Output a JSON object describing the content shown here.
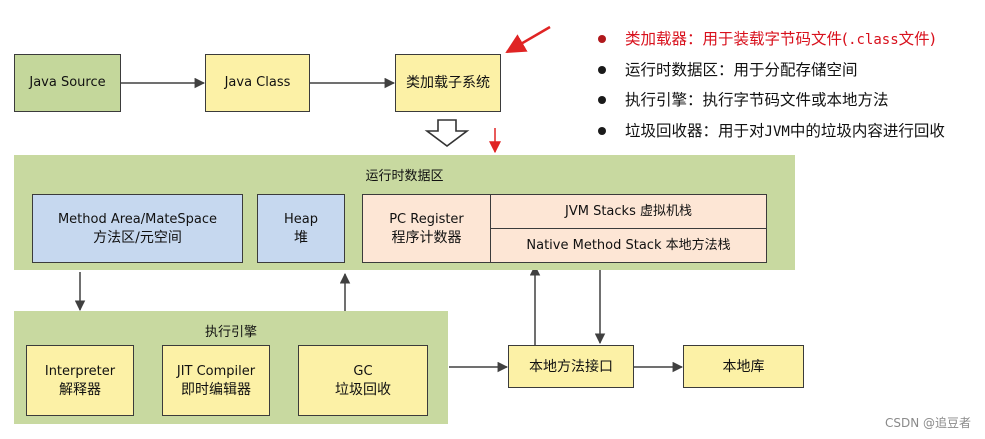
{
  "load_row": {
    "java_source": "Java Source",
    "java_class": "Java Class",
    "class_loader": "类加载子系统"
  },
  "runtime_area": {
    "title": "运行时数据区",
    "method_area": {
      "line1": "Method Area/MateSpace",
      "line2": "方法区/元空间"
    },
    "heap": {
      "line1": "Heap",
      "line2": "堆"
    },
    "pc_register": {
      "line1": "PC Register",
      "line2": "程序计数器"
    },
    "jvm_stacks": "JVM Stacks 虚拟机栈",
    "native_stack": "Native Method Stack 本地方法栈"
  },
  "engine": {
    "title": "执行引擎",
    "interpreter": {
      "line1": "Interpreter",
      "line2": "解释器"
    },
    "jit": {
      "line1": "JIT Compiler",
      "line2": "即时编辑器"
    },
    "gc": {
      "line1": "GC",
      "line2": "垃圾回收"
    }
  },
  "native_interface": "本地方法接口",
  "native_library": "本地库",
  "legend": [
    {
      "prefix": "类加载器：用于装载字节码文件(",
      "code": ".class",
      "suffix": "文件)",
      "highlight": true
    },
    {
      "prefix": "运行时数据区：用于分配存储空间",
      "code": "",
      "suffix": "",
      "highlight": false
    },
    {
      "prefix": "执行引擎：执行字节码文件或本地方法",
      "code": "",
      "suffix": "",
      "highlight": false
    },
    {
      "prefix": "垃圾回收器：用于对",
      "code": "JVM",
      "suffix": "中的垃圾内容进行回收",
      "highlight": false
    }
  ],
  "watermark": "CSDN @追豆者",
  "colors": {
    "highlight_red": "#d8101c",
    "panel_green": "#c8d9a0",
    "box_yellow": "#fcf1a6",
    "box_blue": "#c6d8ef",
    "box_peach": "#fde6d5"
  }
}
